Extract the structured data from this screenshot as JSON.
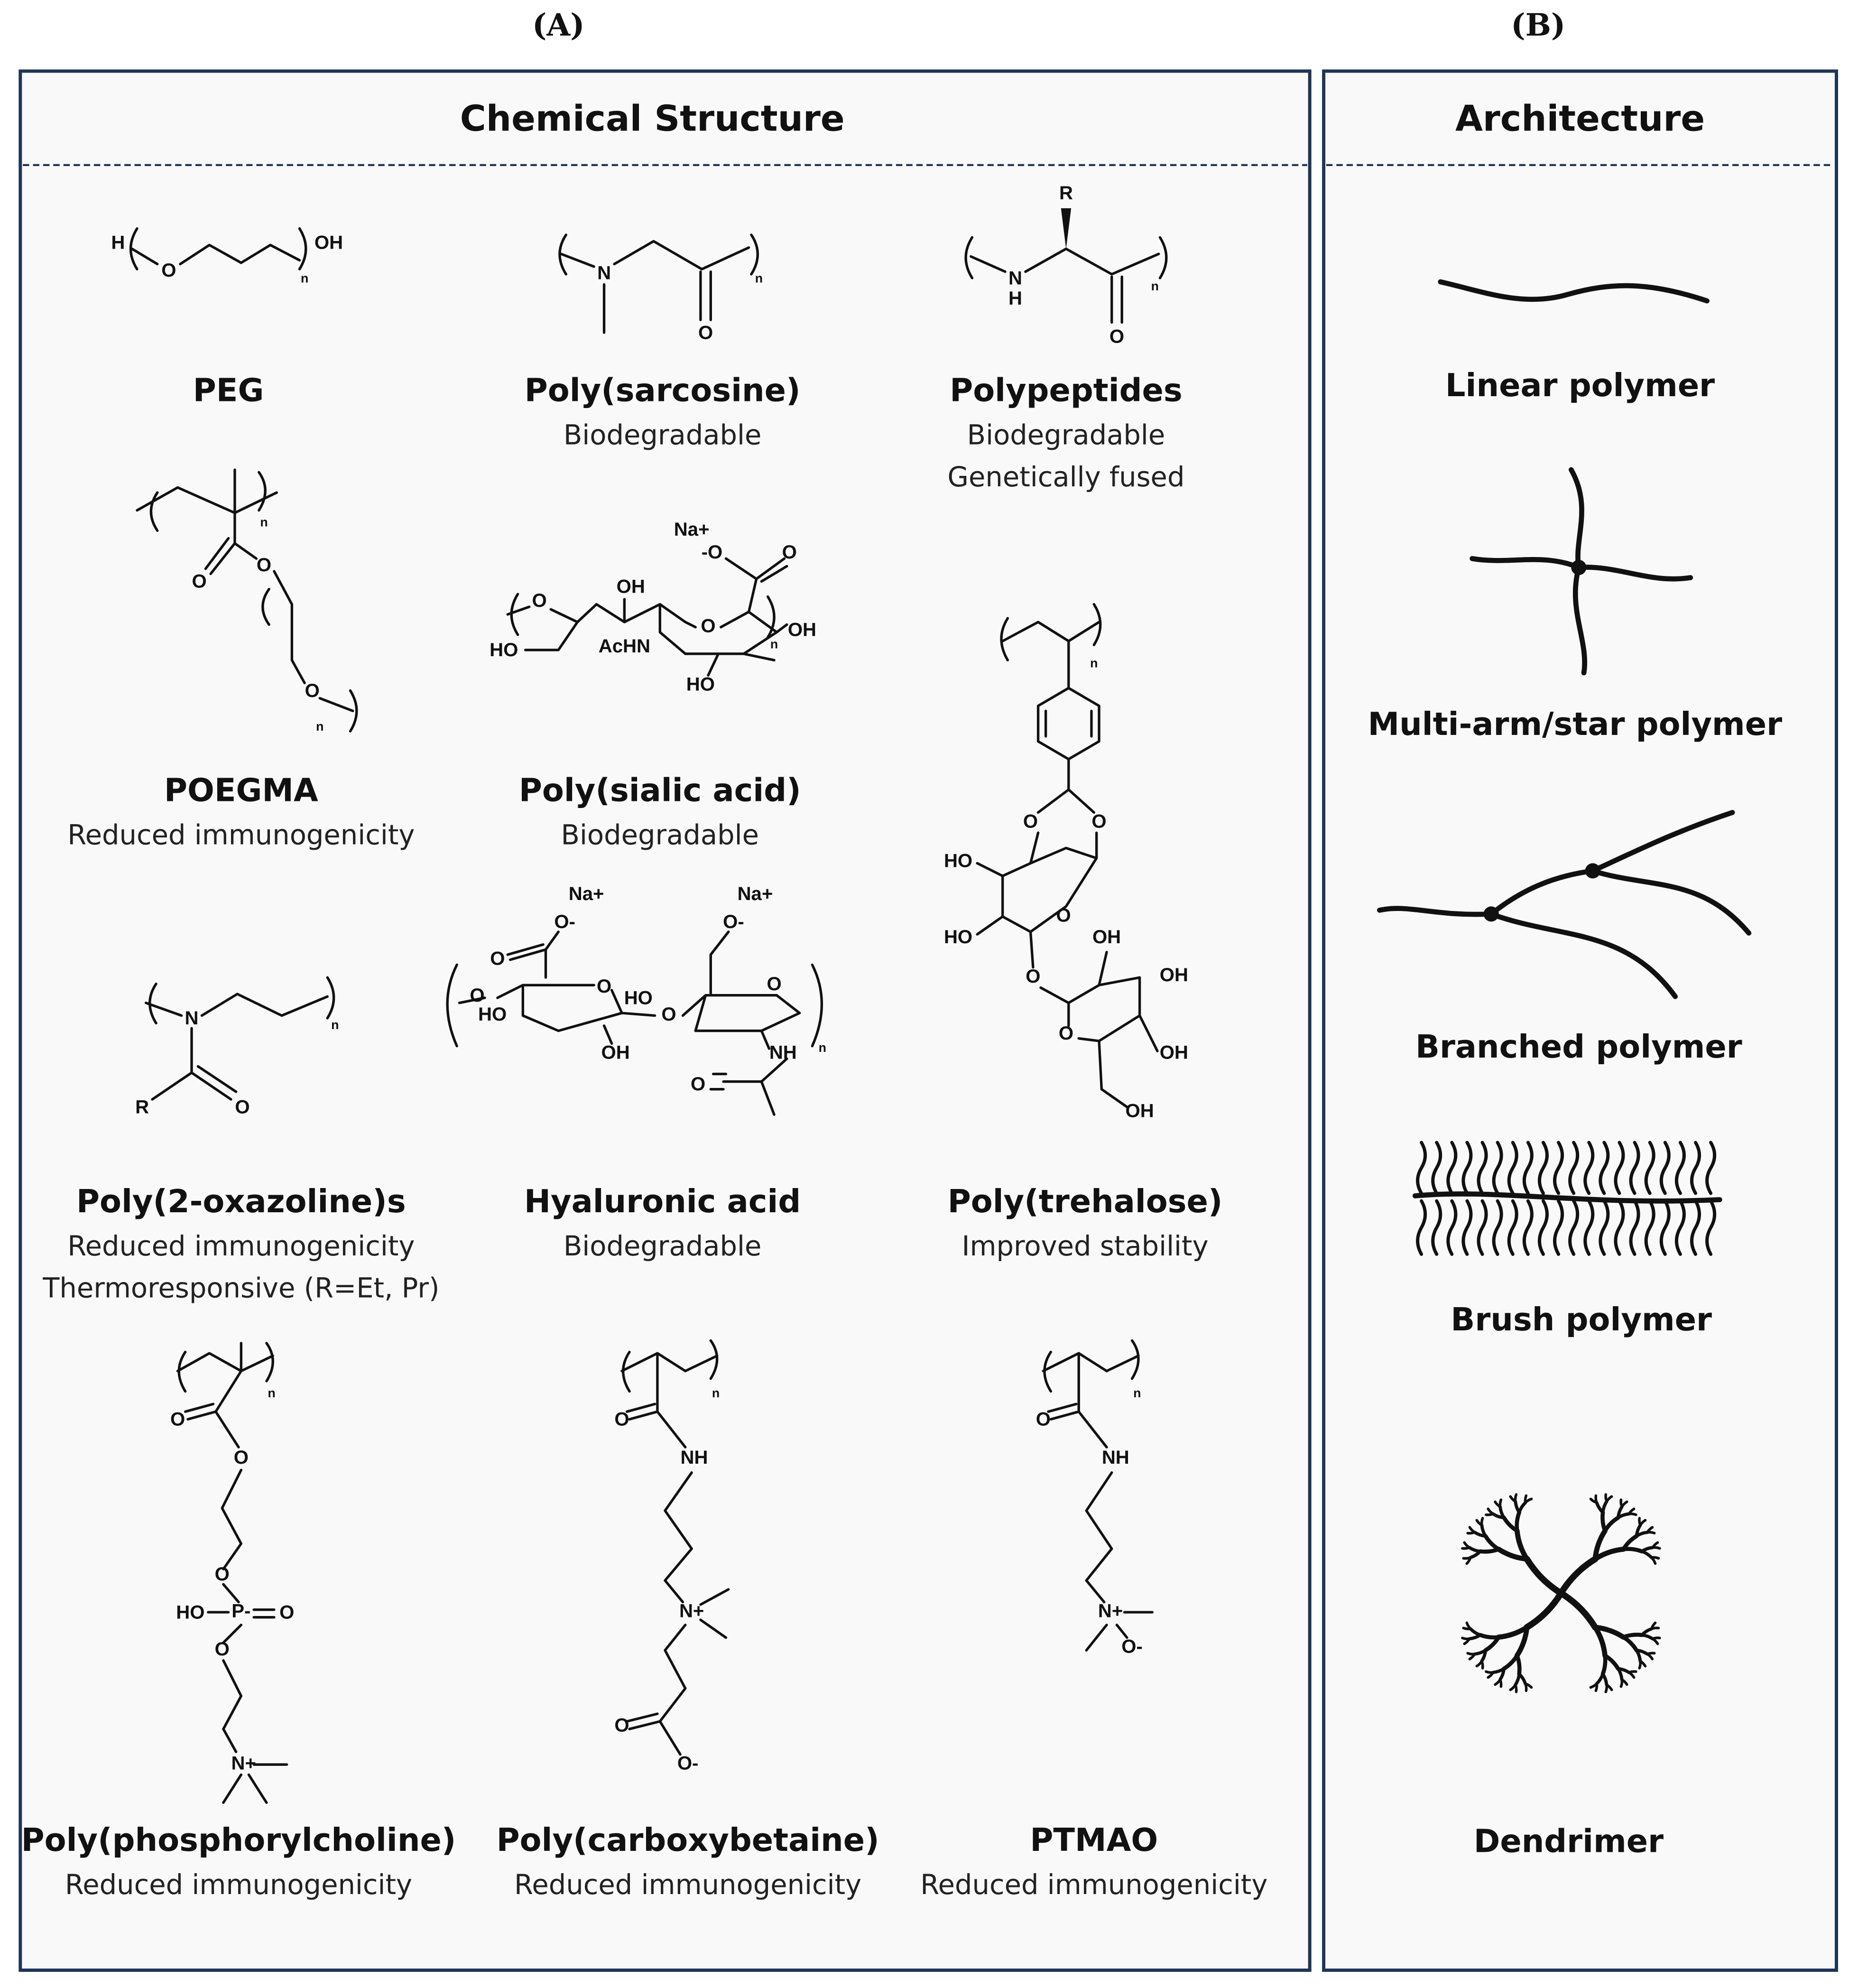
{
  "panel_labels": {
    "a": "(A)",
    "b": "(B)"
  },
  "panel_a": {
    "title": "Chemical Structure"
  },
  "panel_b": {
    "title": "Architecture"
  },
  "colors": {
    "border": "#1f3556",
    "panel_bg": "#f9f9f9",
    "ink": "#111111"
  },
  "structures": {
    "peg": {
      "name": "PEG",
      "notes": [],
      "atoms": [
        "H",
        "O",
        "OH",
        "n"
      ]
    },
    "sarcosine": {
      "name": "Poly(sarcosine)",
      "notes": [
        "Biodegradable"
      ],
      "atoms": [
        "N",
        "O",
        "n"
      ]
    },
    "polypeptides": {
      "name": "Polypeptides",
      "notes": [
        "Biodegradable",
        "Genetically fused"
      ],
      "atoms": [
        "R",
        "N",
        "H",
        "O",
        "n"
      ]
    },
    "poegma": {
      "name": "POEGMA",
      "notes": [
        "Reduced immunogenicity"
      ],
      "atoms": [
        "n",
        "O",
        "O",
        "O",
        "n"
      ]
    },
    "sialic": {
      "name": "Poly(sialic acid)",
      "notes": [
        "Biodegradable"
      ],
      "atoms": [
        "Na+",
        "-O",
        "O",
        "OH",
        "O",
        "HO",
        "AcHN",
        "O",
        "OH",
        "HO",
        "n"
      ]
    },
    "oxazoline": {
      "name": "Poly(2-oxazoline)s",
      "notes": [
        "Reduced immunogenicity",
        "Thermoresponsive  (R=Et, Pr)"
      ],
      "atoms": [
        "N",
        "R",
        "O",
        "n"
      ]
    },
    "hyaluronic": {
      "name": "Hyaluronic acid",
      "notes": [
        "Biodegradable"
      ],
      "atoms": [
        "Na+",
        "O-",
        "O",
        "O",
        "HO",
        "O",
        "OH",
        "O",
        "HO",
        "Na+",
        "O-",
        "O",
        "NH",
        "O",
        "n"
      ]
    },
    "trehalose": {
      "name": "Poly(trehalose)",
      "notes": [
        "Improved stability"
      ],
      "atoms": [
        "n",
        "O",
        "O",
        "HO",
        "HO",
        "O",
        "O",
        "OH",
        "OH",
        "O",
        "OH",
        "OH"
      ]
    },
    "phosphorylcholine": {
      "name": "Poly(phosphorylcholine)",
      "notes": [
        "Reduced immunogenicity"
      ],
      "atoms": [
        "n",
        "O",
        "O",
        "O",
        "HO",
        "P-",
        "O",
        "O",
        "N+"
      ]
    },
    "carboxybetaine": {
      "name": "Poly(carboxybetaine)",
      "notes": [
        "Reduced immunogenicity"
      ],
      "atoms": [
        "n",
        "O",
        "NH",
        "N+",
        "O",
        "O-"
      ]
    },
    "ptmao": {
      "name": "PTMAO",
      "notes": [
        "Reduced immunogenicity"
      ],
      "atoms": [
        "n",
        "O",
        "NH",
        "N+",
        "O-"
      ]
    }
  },
  "architectures": [
    {
      "name": "Linear polymer"
    },
    {
      "name": "Multi-arm/star polymer"
    },
    {
      "name": "Branched polymer"
    },
    {
      "name": "Brush polymer"
    },
    {
      "name": "Dendrimer"
    }
  ]
}
